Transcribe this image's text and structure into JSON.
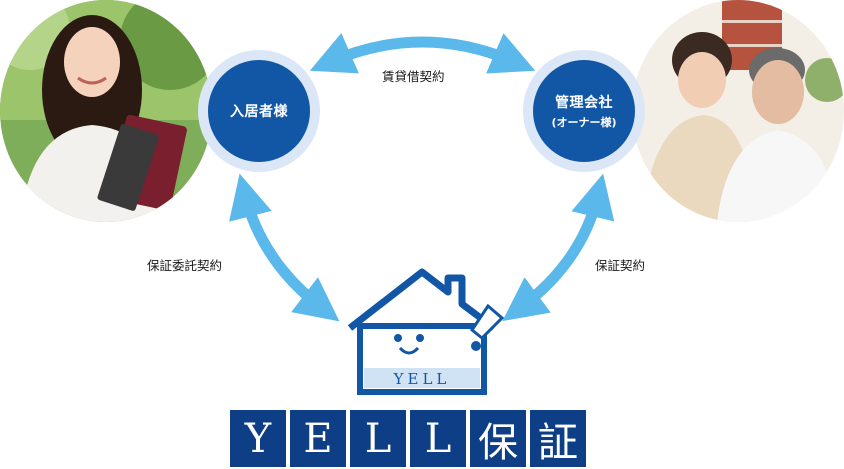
{
  "nodes": {
    "tenant": {
      "label": "入居者様"
    },
    "management": {
      "label": "管理会社",
      "sublabel": "(オーナー様)"
    }
  },
  "edges": {
    "tenant_management": "賃貸借契約",
    "tenant_yell": "保証委託契約",
    "management_yell": "保証契約"
  },
  "mascot": {
    "sign_text": "YELL"
  },
  "brand": {
    "chars": [
      "Y",
      "E",
      "L",
      "L",
      "保",
      "証"
    ]
  },
  "colors": {
    "navy": "#0e3f86",
    "node_blue": "#1157a6",
    "arrow_blue": "#5ab8ea",
    "ring": "#dbe7f6"
  }
}
